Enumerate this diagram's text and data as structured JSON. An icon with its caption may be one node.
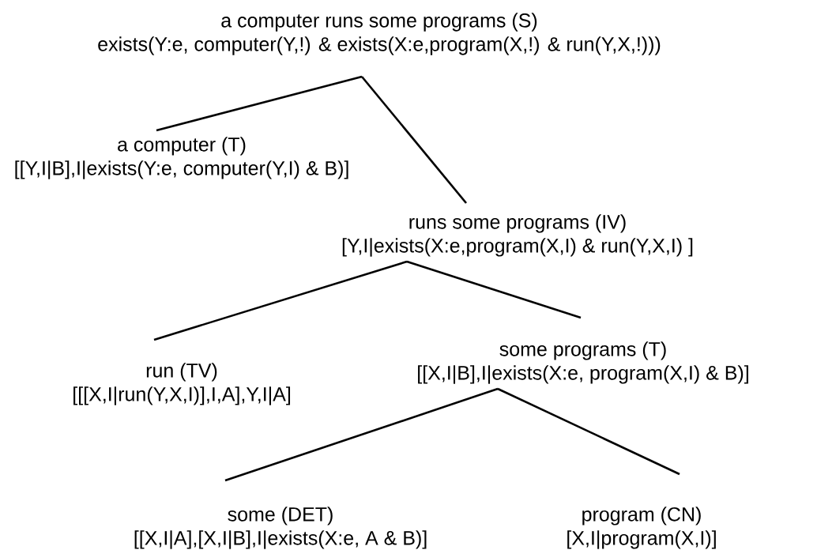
{
  "diagram": {
    "nodes": [
      {
        "text": [
          "a computer runs some programs (S)",
          "exists(Y:e, computer(Y,!) & exists(X:e,program(X,!) & run(Y,X,!)))"
        ]
      },
      {
        "text": [
          "a computer (T)",
          "[[Y,I|B],I|exists(Y:e, computer(Y,I) & B)]"
        ]
      },
      {
        "text": [
          "runs some programs (IV)",
          "[Y,I|exists(X:e,program(X,I) & run(Y,X,I) ]"
        ]
      },
      {
        "text": [
          "run (TV)",
          "[[[X,I|run(Y,X,I)],I,A],Y,I|A]"
        ]
      },
      {
        "text": [
          "some programs (T)",
          "[[X,I|B],I|exists(X:e, program(X,I) & B)]"
        ]
      },
      {
        "text": [
          "some (DET)",
          "[[X,I|A],[X,I|B],I|exists(X:e, A & B)]"
        ]
      },
      {
        "text": [
          "program (CN)",
          "[X,I|program(X,I)]"
        ]
      }
    ],
    "edges": [
      {
        "from": 0,
        "to": 1,
        "arrow": "none"
      },
      {
        "from": 0,
        "to": 2,
        "arrow": "none"
      },
      {
        "from": 2,
        "to": 3,
        "arrow": "none"
      },
      {
        "from": 2,
        "to": 4,
        "arrow": "none"
      },
      {
        "from": 4,
        "to": 5,
        "arrow": "none"
      },
      {
        "from": 4,
        "to": 6,
        "arrow": "none"
      }
    ]
  }
}
